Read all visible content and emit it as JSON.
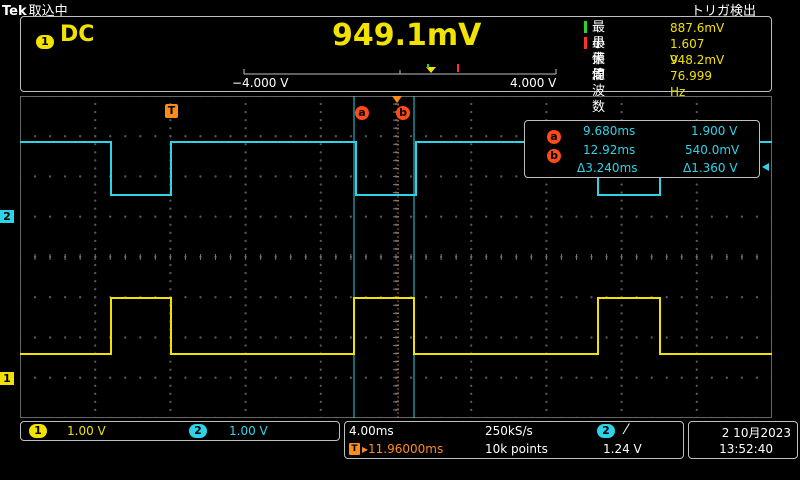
{
  "header": {
    "brand": "Tek",
    "acq_mode": "取込中",
    "trigger_status": "トリガ検出"
  },
  "readout": {
    "channel": "1",
    "coupling": "DC",
    "value": "949.1mV",
    "scale_left": "−4.000 V",
    "scale_right": "4.000 V"
  },
  "stats": [
    {
      "label": "最小値",
      "value": "887.6mV"
    },
    {
      "label": "最大値",
      "value": "1.607 V"
    },
    {
      "label": "平均",
      "value": "948.2mV"
    },
    {
      "label": "周波数",
      "value": "76.999 Hz"
    }
  ],
  "markers": {
    "trigger": "T",
    "cursor_a": "a",
    "cursor_b": "b",
    "ch1": "1",
    "ch2": "2"
  },
  "cursors": {
    "a_time": "9.680ms",
    "a_volt": "1.900 V",
    "b_time": "12.92ms",
    "b_volt": "540.0mV",
    "delta_time": "Δ3.240ms",
    "delta_volt": "Δ1.360 V"
  },
  "channels": {
    "ch1_label": "1",
    "ch1_scale": "1.00 V",
    "ch2_label": "2",
    "ch2_scale": "1.00 V"
  },
  "timebase": {
    "horizontal": "4.00ms",
    "sample_rate": "250kS/s",
    "trigger_source": "2",
    "trigger_slope": "⁄",
    "trigger_delay": "▸11.96000ms",
    "record_length": "10k points",
    "trigger_level": "1.24 V"
  },
  "datetime": {
    "date": "2 10月2023",
    "time": "13:52:40"
  },
  "colors": {
    "ch1": "#f2e200",
    "ch2": "#2ed3e8",
    "cursor": "#ff4a1a",
    "trigger": "#ff8c1a"
  }
}
